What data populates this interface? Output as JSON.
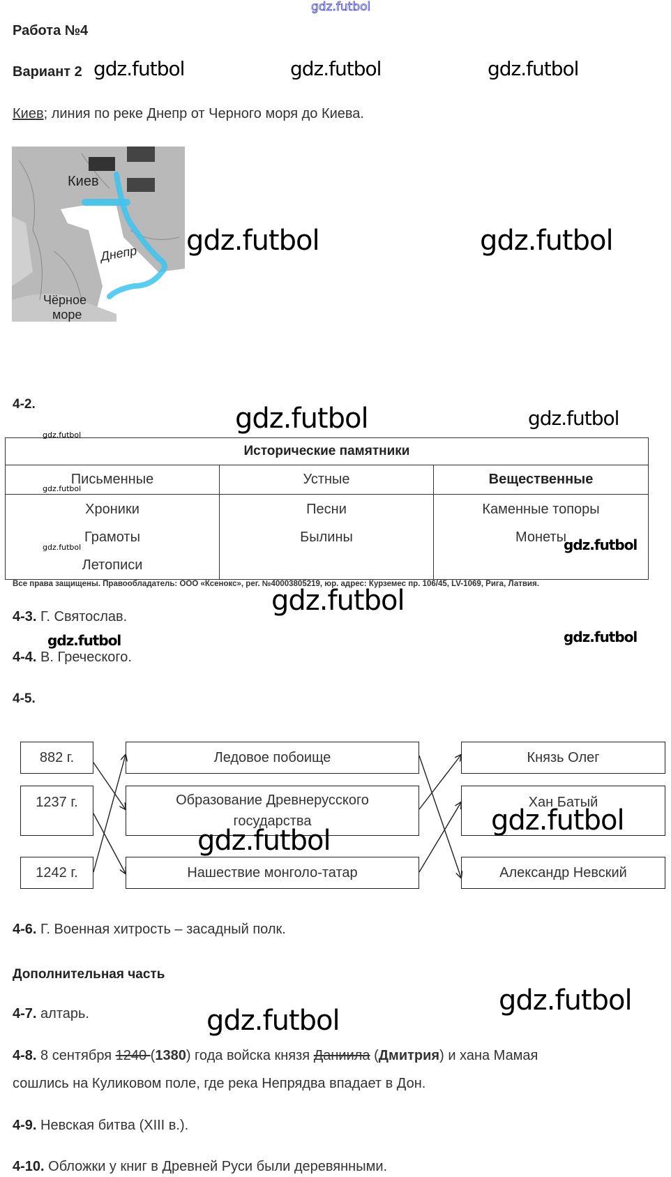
{
  "watermark": "gdz.futbol",
  "title": "Работа №4",
  "variant": "Вариант 2",
  "task1": {
    "underlined": "Киев",
    "rest": "; линия по реке Днепр от Черного моря до Киева."
  },
  "map": {
    "kiev": "Киев",
    "dnepr": "Днепр",
    "sea_line1": "Чёрное",
    "sea_line2": "море",
    "river_color": "#3cc3f0"
  },
  "task2": {
    "num": "4-2.",
    "table": {
      "title": "Исторические памятники",
      "headers": [
        "Письменные",
        "Устные",
        "Вещественные"
      ],
      "columns": [
        [
          "Хроники",
          "Грамоты",
          "Летописи"
        ],
        [
          "Песни",
          "Былины"
        ],
        [
          "Каменные топоры",
          "Монеты"
        ]
      ]
    }
  },
  "copyright": "Все права защищены. Правообладатель: ООО «Ксенокс», рег. №40003805219, юр. адрес: Курземес пр. 106/45, LV-1069, Рига, Латвия.",
  "task3": {
    "num": "4-3.",
    "text": "Г. Святослав."
  },
  "task4": {
    "num": "4-4.",
    "text": "В. Греческого."
  },
  "task5": {
    "num": "4-5.",
    "dates": [
      "882 г.",
      "1237 г.",
      "1242 г."
    ],
    "events": [
      "Ледовое побоище",
      "Образование Древнерусского государства",
      "Нашествие монголо-татар"
    ],
    "persons": [
      "Князь Олег",
      "Хан Батый",
      "Александр Невский"
    ]
  },
  "task6": {
    "num": "4-6.",
    "text": "Г. Военная хитрость – засадный полк."
  },
  "extra_heading": "Дополнительная часть",
  "task7": {
    "num": "4-7.",
    "text": "алтарь."
  },
  "task8": {
    "num": "4-8.",
    "p1": "8 сентября ",
    "struck1": "1240 ",
    "p2": "(",
    "bold1": "1380",
    "p3": ") года войска князя ",
    "struck2": "Даниила",
    "p4": " (",
    "bold2": "Дмитрия",
    "p5": ") и хана Мамая",
    "line2": "сошлись на Куликовом поле, где река Непрядва впадает в Дон."
  },
  "task9": {
    "num": "4-9.",
    "text": "Невская битва (XIII в.)."
  },
  "task10": {
    "num": "4-10.",
    "text": "Обложки у книг в Древней Руси были деревянными."
  }
}
